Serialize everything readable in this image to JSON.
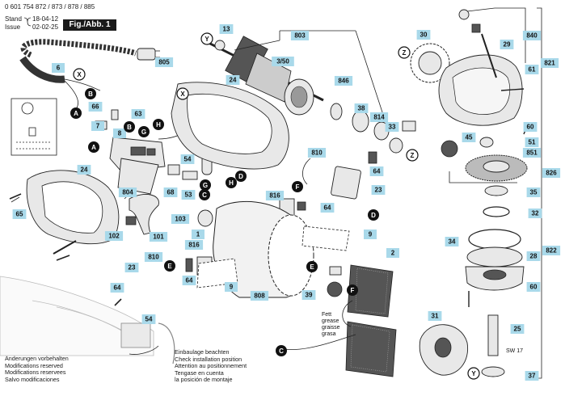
{
  "header": {
    "part_numbers": "0 601 754 872 / 873 / 878 / 885",
    "stand_label": "Stand",
    "issue_label": "Issue",
    "stand_date": "18-04-12",
    "issue_date": "02-02-25",
    "figure_label": "Fig./Abb. 1"
  },
  "notes_left": [
    "Änderungen vorbehalten",
    "Modifications reserved",
    "Modifications reservees",
    "Salvo modificaciones"
  ],
  "notes_right": [
    "Einbaulage beachten",
    "Check installation position",
    "Attention au positionnement",
    "Tengase en cuenta",
    "la posición de montaje"
  ],
  "grease_text": [
    "Fett",
    "grease",
    "graisse",
    "grasa"
  ],
  "sw_label": "SW 17",
  "part_labels": [
    "13",
    "803",
    "30",
    "840",
    "29",
    "805",
    "6",
    "3/50",
    "24",
    "846",
    "61",
    "821",
    "66",
    "63",
    "38",
    "814",
    "7",
    "33",
    "60",
    "8",
    "51",
    "851",
    "45",
    "826",
    "810",
    "54",
    "64",
    "24",
    "23",
    "804",
    "68",
    "53",
    "35",
    "65",
    "816",
    "64",
    "103",
    "32",
    "102",
    "101",
    "1",
    "816",
    "34",
    "28",
    "23",
    "810",
    "2",
    "822",
    "64",
    "9",
    "64",
    "39",
    "808",
    "9",
    "60",
    "31",
    "25",
    "54",
    "37"
  ],
  "callouts_filled": [
    "B",
    "A",
    "B",
    "G",
    "H",
    "A",
    "G",
    "H",
    "D",
    "C",
    "F",
    "D",
    "E",
    "E",
    "F",
    "C"
  ],
  "callouts_outline": [
    "Y",
    "X",
    "Z",
    "X",
    "Z",
    "Y"
  ],
  "colors": {
    "tag": "#a9d9ea",
    "ink": "#1a1a1a"
  }
}
